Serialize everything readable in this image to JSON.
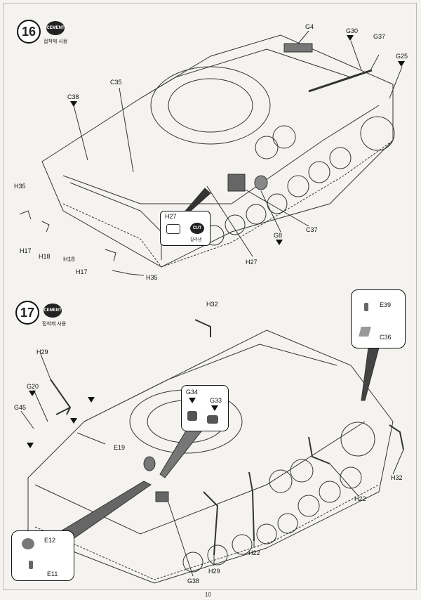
{
  "page_number": "10",
  "step16": {
    "number": "16",
    "cement_label": "CEMENT",
    "cement_sub": "접착제 사용",
    "parts": {
      "g4": "G4",
      "g30": "G30",
      "g37": "G37",
      "g25": "G25",
      "c38": "C38",
      "c35": "C35",
      "h35_top": "H35",
      "h17_a": "H17",
      "h18_a": "H18",
      "h18_b": "H18",
      "h17_b": "H17",
      "h35_bottom": "H35",
      "h27": "H27",
      "g8": "G8",
      "c37": "C37"
    },
    "inset": {
      "part": "H27",
      "cut_label": "CUT",
      "cut_sub": "잘라냄"
    }
  },
  "step17": {
    "number": "17",
    "cement_label": "CEMENT",
    "cement_sub": "접착제 사용",
    "parts": {
      "h32_top": "H32",
      "h29_top": "H29",
      "g20": "G20",
      "g45": "G45",
      "e19": "E19",
      "h22_right": "H22",
      "h32_right": "H32",
      "h22_bottom": "H22",
      "h29_bottom": "H29",
      "g38": "G38"
    },
    "inset_top_right": {
      "e39": "E39",
      "c36": "C36"
    },
    "inset_middle": {
      "g34": "G34",
      "g33": "G33"
    },
    "inset_bottom_left": {
      "e12": "E12",
      "e11": "E11"
    }
  }
}
